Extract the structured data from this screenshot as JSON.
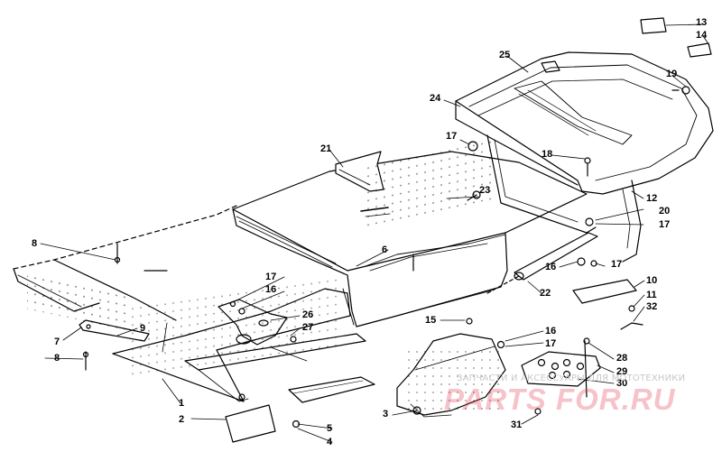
{
  "diagram": {
    "callouts": [
      {
        "id": "c1",
        "text": "1"
      },
      {
        "id": "c2",
        "text": "2"
      },
      {
        "id": "c3",
        "text": "3"
      },
      {
        "id": "c4",
        "text": "4"
      },
      {
        "id": "c5",
        "text": "5"
      },
      {
        "id": "c6",
        "text": "6"
      },
      {
        "id": "c7",
        "text": "7"
      },
      {
        "id": "c8a",
        "text": "8"
      },
      {
        "id": "c8b",
        "text": "8"
      },
      {
        "id": "c9",
        "text": "9"
      },
      {
        "id": "c10",
        "text": "10"
      },
      {
        "id": "c11",
        "text": "11"
      },
      {
        "id": "c12",
        "text": "12"
      },
      {
        "id": "c13",
        "text": "13"
      },
      {
        "id": "c14",
        "text": "14"
      },
      {
        "id": "c15",
        "text": "15"
      },
      {
        "id": "c16a",
        "text": "16"
      },
      {
        "id": "c16b",
        "text": "16"
      },
      {
        "id": "c16c",
        "text": "16"
      },
      {
        "id": "c17a",
        "text": "17"
      },
      {
        "id": "c17b",
        "text": "17"
      },
      {
        "id": "c17c",
        "text": "17"
      },
      {
        "id": "c17d",
        "text": "17"
      },
      {
        "id": "c17e",
        "text": "17"
      },
      {
        "id": "c18",
        "text": "18"
      },
      {
        "id": "c19",
        "text": "19"
      },
      {
        "id": "c20",
        "text": "20"
      },
      {
        "id": "c21",
        "text": "21"
      },
      {
        "id": "c22",
        "text": "22"
      },
      {
        "id": "c23",
        "text": "23"
      },
      {
        "id": "c24",
        "text": "24"
      },
      {
        "id": "c25",
        "text": "25"
      },
      {
        "id": "c26",
        "text": "26"
      },
      {
        "id": "c27",
        "text": "27"
      },
      {
        "id": "c28",
        "text": "28"
      },
      {
        "id": "c29",
        "text": "29"
      },
      {
        "id": "c30",
        "text": "30"
      },
      {
        "id": "c31",
        "text": "31"
      },
      {
        "id": "c32",
        "text": "32"
      }
    ]
  },
  "watermark": {
    "tagline": "ЗАПЧАСТИ И АКСЕССУАРЫ ДЛЯ МОТОТЕХНИКИ",
    "brand": "PARTS FOR.RU"
  },
  "colors": {
    "ink": "#000000",
    "paper": "#ffffff",
    "watermark": "#dc283c"
  }
}
